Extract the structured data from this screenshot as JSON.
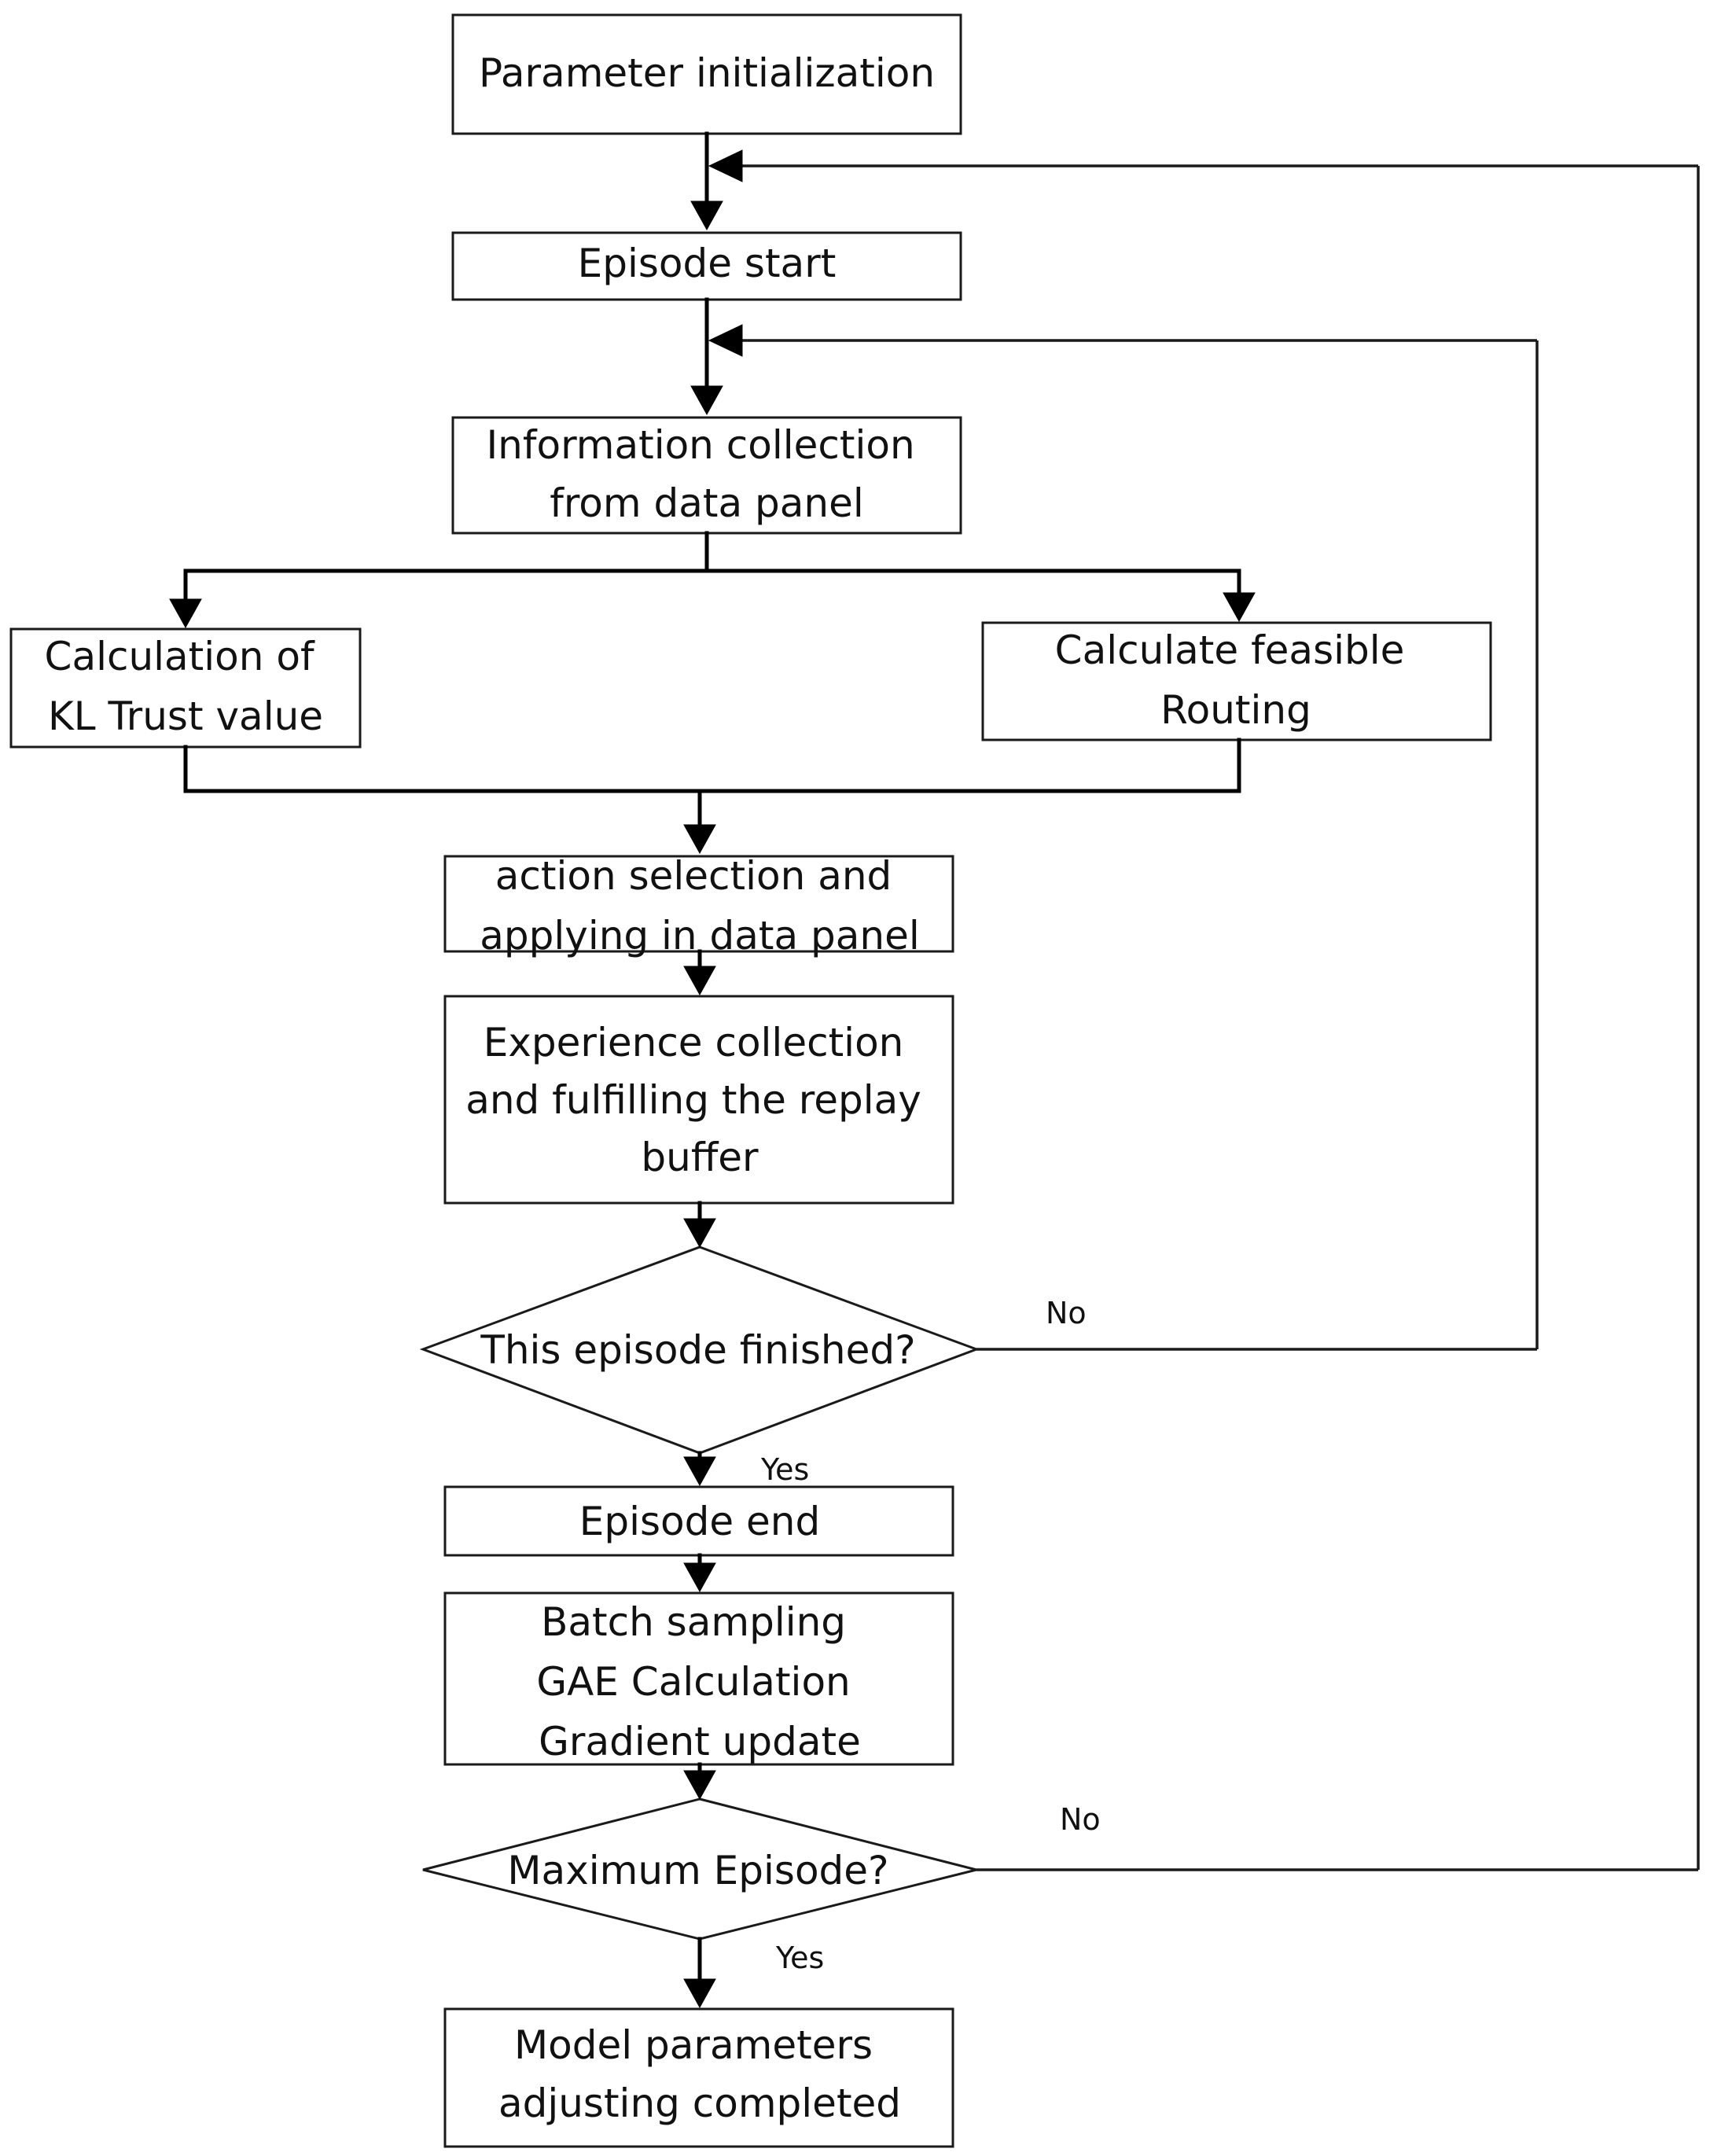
{
  "nodes": {
    "param_init": {
      "lines": [
        "Parameter initialization"
      ]
    },
    "episode_start": {
      "lines": [
        "Episode start"
      ]
    },
    "info_collection": {
      "lines": [
        "Information collection",
        "from data panel"
      ]
    },
    "kl_trust": {
      "lines": [
        "Calculation of",
        "KL Trust value"
      ]
    },
    "feasible_routing": {
      "lines": [
        "Calculate feasible",
        "Routing"
      ]
    },
    "action_selection": {
      "lines": [
        "action selection and",
        "applying in data panel"
      ]
    },
    "experience": {
      "lines": [
        "Experience collection",
        "and fulfilling the replay",
        "buffer"
      ]
    },
    "episode_finished": {
      "lines": [
        "This episode finished?"
      ]
    },
    "episode_end": {
      "lines": [
        "Episode end"
      ]
    },
    "batch": {
      "lines": [
        "Batch sampling",
        "GAE Calculation",
        "Gradient update"
      ]
    },
    "max_episode": {
      "lines": [
        "Maximum Episode?"
      ]
    },
    "model_done": {
      "lines": [
        "Model parameters",
        "adjusting completed"
      ]
    }
  },
  "edge_labels": {
    "finished_no": "No",
    "finished_yes": "Yes",
    "max_no": "No",
    "max_yes": "Yes"
  }
}
